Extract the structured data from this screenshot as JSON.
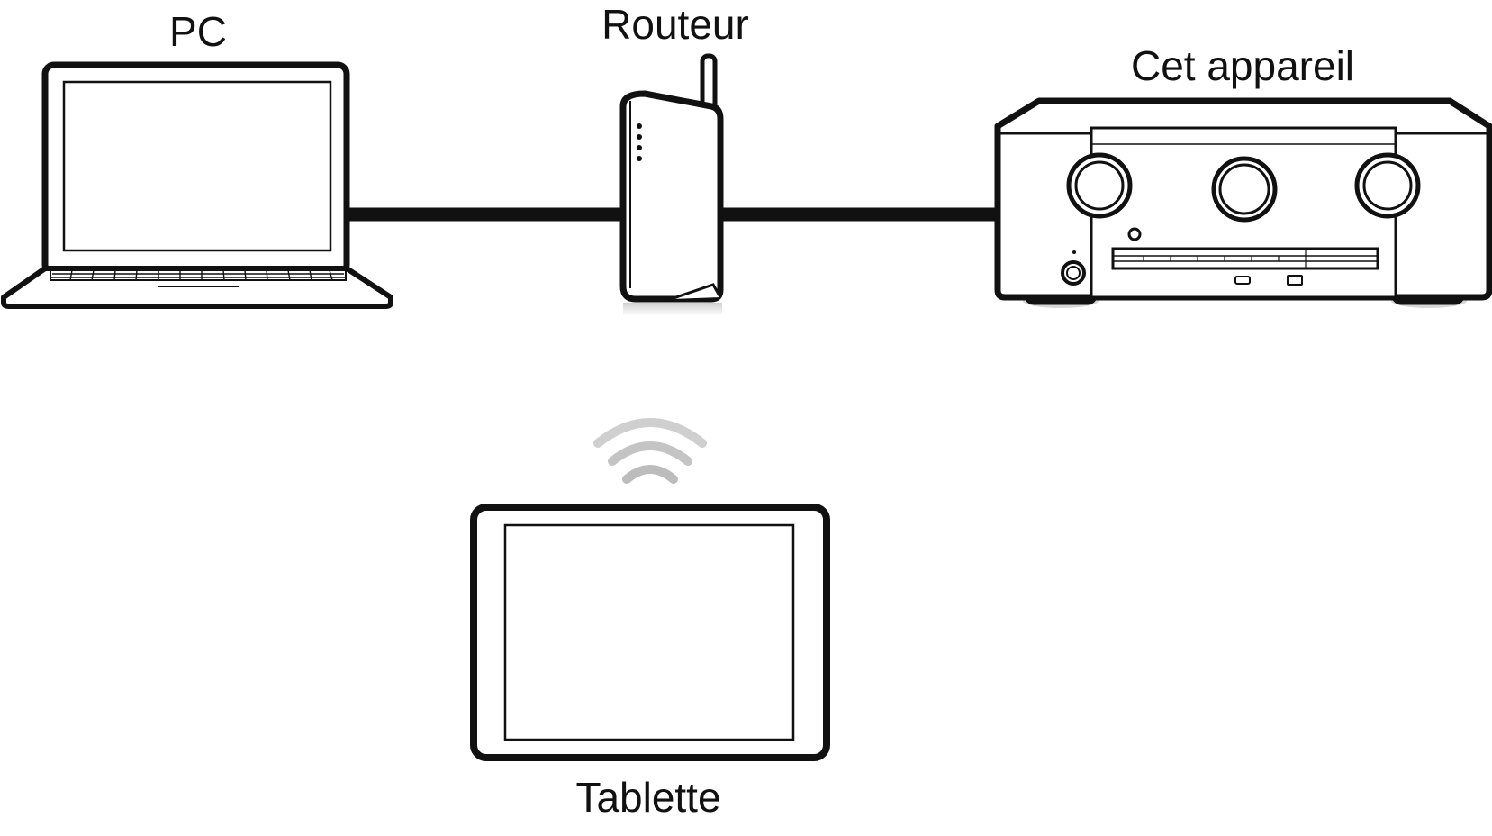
{
  "labels": {
    "pc": "PC",
    "router": "Routeur",
    "device": "Cet appareil",
    "tablet": "Tablette"
  },
  "connections": [
    {
      "from": "PC",
      "to": "Routeur",
      "type": "wired"
    },
    {
      "from": "Routeur",
      "to": "Cet appareil",
      "type": "wired"
    },
    {
      "from": "Tablette",
      "to": "Routeur",
      "type": "wireless"
    }
  ],
  "icons": [
    "laptop-icon",
    "router-icon",
    "av-receiver-icon",
    "tablet-icon",
    "wifi-signal-icon"
  ],
  "colors": {
    "stroke": "#111111",
    "background": "#ffffff",
    "shadow": "#d9d9d9",
    "wifi": "#c4c4c4"
  }
}
